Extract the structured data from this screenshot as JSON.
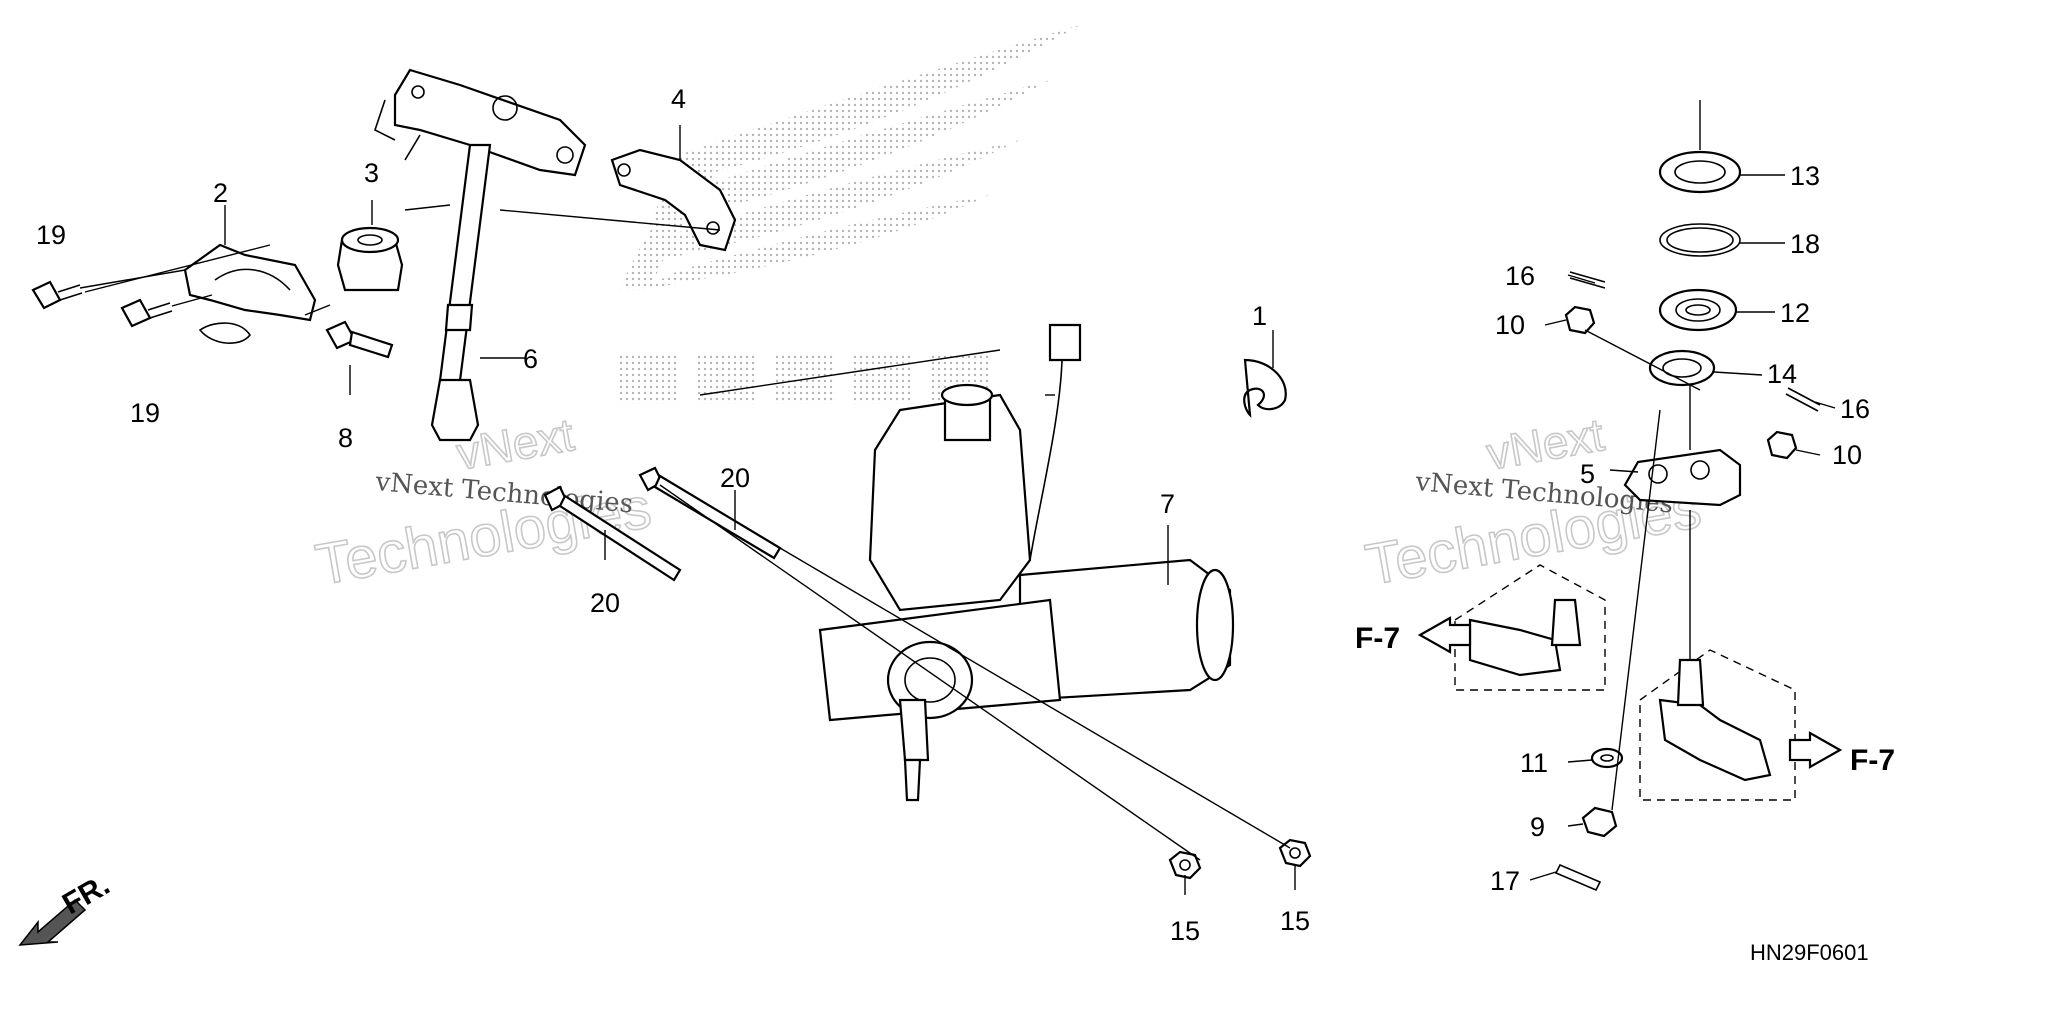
{
  "diagram_code": "HN29F0601",
  "front_indicator": "FR.",
  "watermark": {
    "lines": [
      "vNext",
      "Technologies",
      "vNext Technologies"
    ]
  },
  "references": [
    "F-7",
    "F-7"
  ],
  "callouts": [
    {
      "id": "c1",
      "label": "1"
    },
    {
      "id": "c2",
      "label": "2"
    },
    {
      "id": "c3",
      "label": "3"
    },
    {
      "id": "c4",
      "label": "4"
    },
    {
      "id": "c5",
      "label": "5"
    },
    {
      "id": "c6",
      "label": "6"
    },
    {
      "id": "c7",
      "label": "7"
    },
    {
      "id": "c8",
      "label": "8"
    },
    {
      "id": "c9",
      "label": "9"
    },
    {
      "id": "c10a",
      "label": "10"
    },
    {
      "id": "c10b",
      "label": "10"
    },
    {
      "id": "c11",
      "label": "11"
    },
    {
      "id": "c12",
      "label": "12"
    },
    {
      "id": "c13",
      "label": "13"
    },
    {
      "id": "c14",
      "label": "14"
    },
    {
      "id": "c15a",
      "label": "15"
    },
    {
      "id": "c15b",
      "label": "15"
    },
    {
      "id": "c16a",
      "label": "16"
    },
    {
      "id": "c16b",
      "label": "16"
    },
    {
      "id": "c17",
      "label": "17"
    },
    {
      "id": "c18",
      "label": "18"
    },
    {
      "id": "c19a",
      "label": "19"
    },
    {
      "id": "c19b",
      "label": "19"
    },
    {
      "id": "c20a",
      "label": "20"
    },
    {
      "id": "c20b",
      "label": "20"
    }
  ]
}
